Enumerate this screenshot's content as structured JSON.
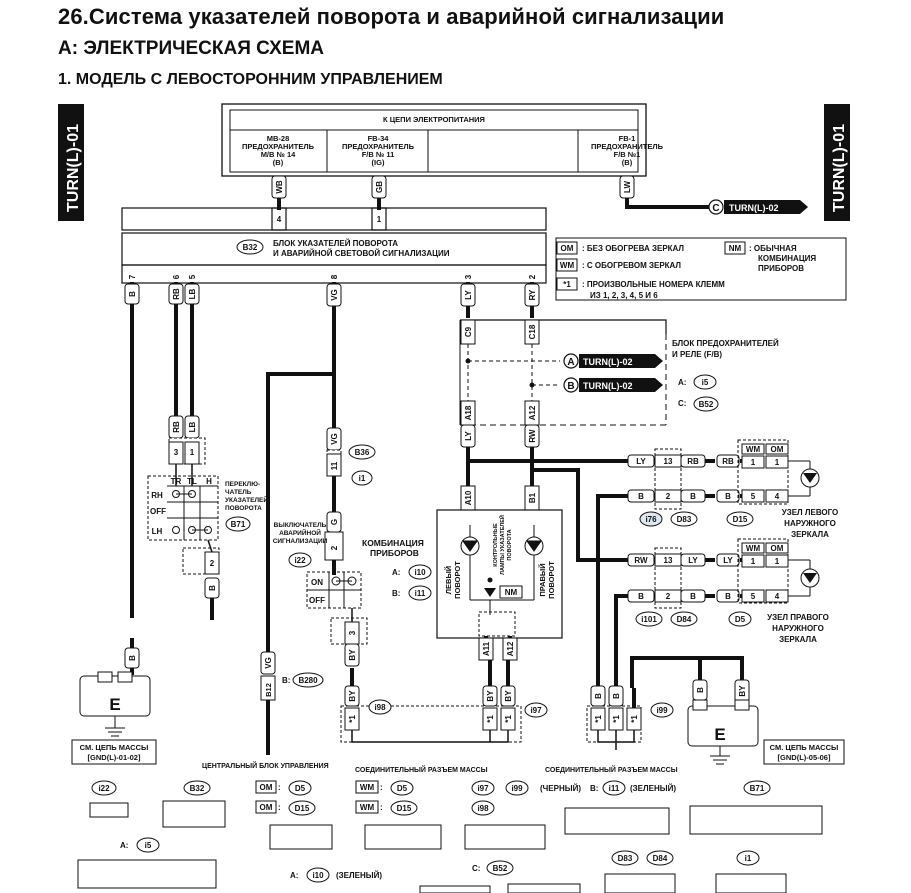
{
  "header": {
    "title": "26.Система указателей поворота и аварийной сигнализации",
    "section": "A:  ЭЛЕКТРИЧЕСКАЯ СХЕМА",
    "model": "1.  МОДЕЛЬ С ЛЕВОСТОРОННИМ УПРАВЛЕНИЕМ"
  },
  "side_tags": {
    "left": "TURN(L)-01",
    "right": "TURN(L)-01"
  },
  "power": {
    "title": "К ЦЕПИ ЭЛЕКТРОПИТАНИЯ",
    "fuse1": {
      "l1": "MB-28",
      "l2": "ПРЕДОХРАНИТЕЛЬ",
      "l3": "M/B № 14",
      "l4": "(B)"
    },
    "fuse2": {
      "l1": "FB-34",
      "l2": "ПРЕДОХРАНИТЕЛЬ",
      "l3": "F/B № 11",
      "l4": "(IG)"
    },
    "fuse3": {
      "l1": "FB-1",
      "l2": "ПРЕДОХРАНИТЕЛЬ",
      "l3": "F/B №1",
      "l4": "(B)"
    }
  },
  "wires": {
    "wb": "WB",
    "gb": "GB",
    "lw": "LW",
    "b": "B",
    "rb": "RB",
    "lb": "LB",
    "vg": "VG",
    "ly": "LY",
    "ry": "RY",
    "rw": "RW",
    "g": "G",
    "by": "BY"
  },
  "xref": {
    "c": "C",
    "c_target": "TURN(L)-02",
    "a": "A",
    "a_target": "TURN(L)-02",
    "b": "B",
    "b_target": "TURN(L)-02"
  },
  "flasher": {
    "conn": "B32",
    "l1": "БЛОК УКАЗАТЕЛЕЙ ПОВОРОТА",
    "l2": "И АВАРИЙНОЙ СВЕТОВОЙ СИГНАЛИЗАЦИИ",
    "pin4": "4",
    "pin1": "1",
    "pin7": "7",
    "pin6": "6",
    "pin5": "5",
    "pin8": "8",
    "pin3": "3",
    "pin2": "2"
  },
  "legend": {
    "om": "OM",
    "om_text": ": БЕЗ ОБОГРЕВА ЗЕРКАЛ",
    "wm": "WM",
    "wm_text": ": С ОБОГРЕВОМ ЗЕРКАЛ",
    "nm": "NM",
    "nm_l1": ": ОБЫЧНАЯ",
    "nm_l2": "КОМБИНАЦИЯ",
    "nm_l3": "ПРИБОРОВ",
    "star": "*1",
    "star_l1": ": ПРОИЗВОЛЬНЫЕ НОМЕРА КЛЕММ",
    "star_l2": "ИЗ 1, 2, 3, 4, 5  И 6"
  },
  "fuse_block": {
    "l1": "БЛОК ПРЕДОХРАНИТЕЛЕЙ",
    "l2": "И РЕЛЕ (F/B)",
    "a_label": "A:",
    "a_conn": "i5",
    "c_label": "C:",
    "c_conn": "B52",
    "c9": "C9",
    "c18": "C18",
    "a18": "A18",
    "a12": "A12"
  },
  "turn_switch": {
    "l1": "ПЕРЕКЛЮ-",
    "l2": "ЧАТЕЛЬ",
    "l3": "УКАЗАТЕЛЕЙ",
    "l4": "ПОВОРОТА",
    "conn": "B71",
    "tr": "TR",
    "tl": "TL",
    "h": "H",
    "rh": "RH",
    "off": "OFF",
    "lh": "LH",
    "p3": "3",
    "p1": "1",
    "p2": "2"
  },
  "hazard": {
    "l1": "ВЫКЛЮЧАТЕЛЬ",
    "l2": "АВАРИЙНОЙ",
    "l3": "СИГНАЛИЗАЦИИ",
    "conn": "i22",
    "on": "ON",
    "off": "OFF",
    "p11": "11",
    "p2": "2",
    "p3": "3",
    "b36": "B36",
    "i1": "i1"
  },
  "combo": {
    "l1": "КОМБИНАЦИЯ",
    "l2": "ПРИБОРОВ",
    "a_label": "A:",
    "a_conn": "i10",
    "b_label": "B:",
    "b_conn": "i11",
    "left_1": "ЛЕВЫЙ",
    "left_2": "ПОВОРОТ",
    "right_1": "ПРАВЫЙ",
    "right_2": "ПОВОРОТ",
    "ctrl_1": "КОНТРОЛЬНЫЕ",
    "ctrl_2": "ЛАМПЫ УКАЗАТЕЛЕЙ",
    "ctrl_3": "ПОВОРОТА",
    "nm": "NM",
    "a10": "A10",
    "b1": "B1",
    "a11": "A11",
    "a12": "A12"
  },
  "left_mirror": {
    "l1": "УЗЕЛ ЛЕВОГО",
    "l2": "НАРУЖНОГО",
    "l3": "ЗЕРКАЛА",
    "conn": "D15",
    "i76": "i76",
    "d83": "D83",
    "wm": "WM",
    "om": "OM",
    "p13": "13",
    "p2": "2",
    "p1": "1",
    "p5": "5",
    "p4": "4"
  },
  "right_mirror": {
    "l1": "УЗЕЛ ПРАВОГО",
    "l2": "НАРУЖНОГО",
    "l3": "ЗЕРКАЛА",
    "conn": "D5",
    "i101": "i101",
    "d84": "D84",
    "wm": "WM",
    "om": "OM",
    "p13": "13",
    "p2": "2",
    "p1": "1",
    "p5": "5",
    "p4": "4"
  },
  "ground": {
    "e": "E",
    "note_l1": "СМ. ЦЕПЬ МАССЫ",
    "note1_l2": "[GND(L)-01-02]",
    "note2_l2": "[GND(L)-05-06]"
  },
  "central": {
    "label": "ЦЕНТРАЛЬНЫЙ БЛОК УПРАВЛЕНИЯ",
    "conn_label": "B:",
    "conn": "B280",
    "pin": "B12"
  },
  "joint": {
    "label1": "СОЕДИНИТЕЛЬНЫЙ РАЗЪЕМ МАССЫ",
    "label2": "СОЕДИНИТЕЛЬНЫЙ РАЗЪЕМ МАССЫ",
    "i98": "i98",
    "i97": "i97",
    "i99": "i99",
    "star": "*1"
  },
  "connectors": {
    "i22": "i22",
    "b32": "B32",
    "om": "OM",
    "wm": "WM",
    "d5": "D5",
    "d15": "D15",
    "i97": "i97",
    "i99": "i99",
    "black": "(ЧЕРНЫЙ)",
    "b_label": "B:",
    "i11": "i11",
    "green": "(ЗЕЛЕНЫЙ)",
    "b71": "B71",
    "i98": "i98",
    "a_label": "A:",
    "i5": "i5",
    "i10": "i10",
    "c_label": "C:",
    "b52": "B52",
    "d83": "D83",
    "d84": "D84",
    "i1": "i1"
  }
}
